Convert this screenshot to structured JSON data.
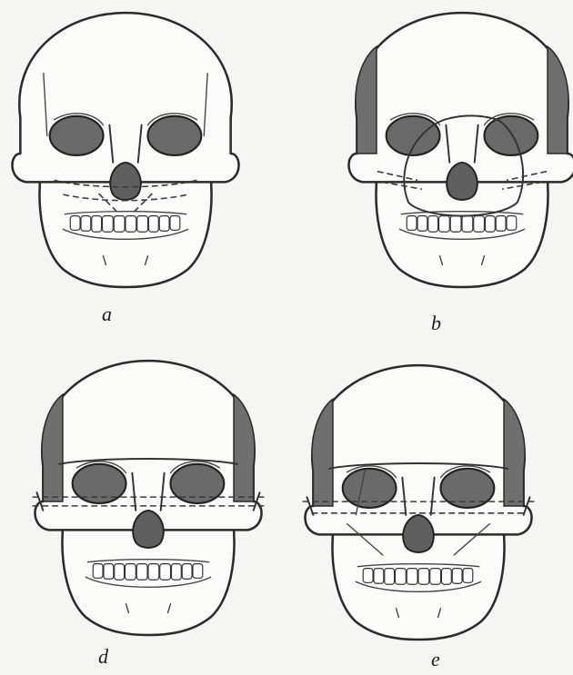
{
  "figure": {
    "panels": [
      {
        "id": "a",
        "label": "a",
        "fracture": "le-fort-i"
      },
      {
        "id": "b",
        "label": "b",
        "fracture": "le-fort-ii"
      },
      {
        "id": "d",
        "label": "d",
        "fracture": "le-fort-iii"
      },
      {
        "id": "e",
        "label": "e",
        "fracture": "le-fort-iii-comminuted"
      }
    ],
    "colors": {
      "bone": "#fbfbf8",
      "line": "#2b2b2b",
      "shadow": "#6f6f6f",
      "background": "#f6f5f1"
    }
  }
}
